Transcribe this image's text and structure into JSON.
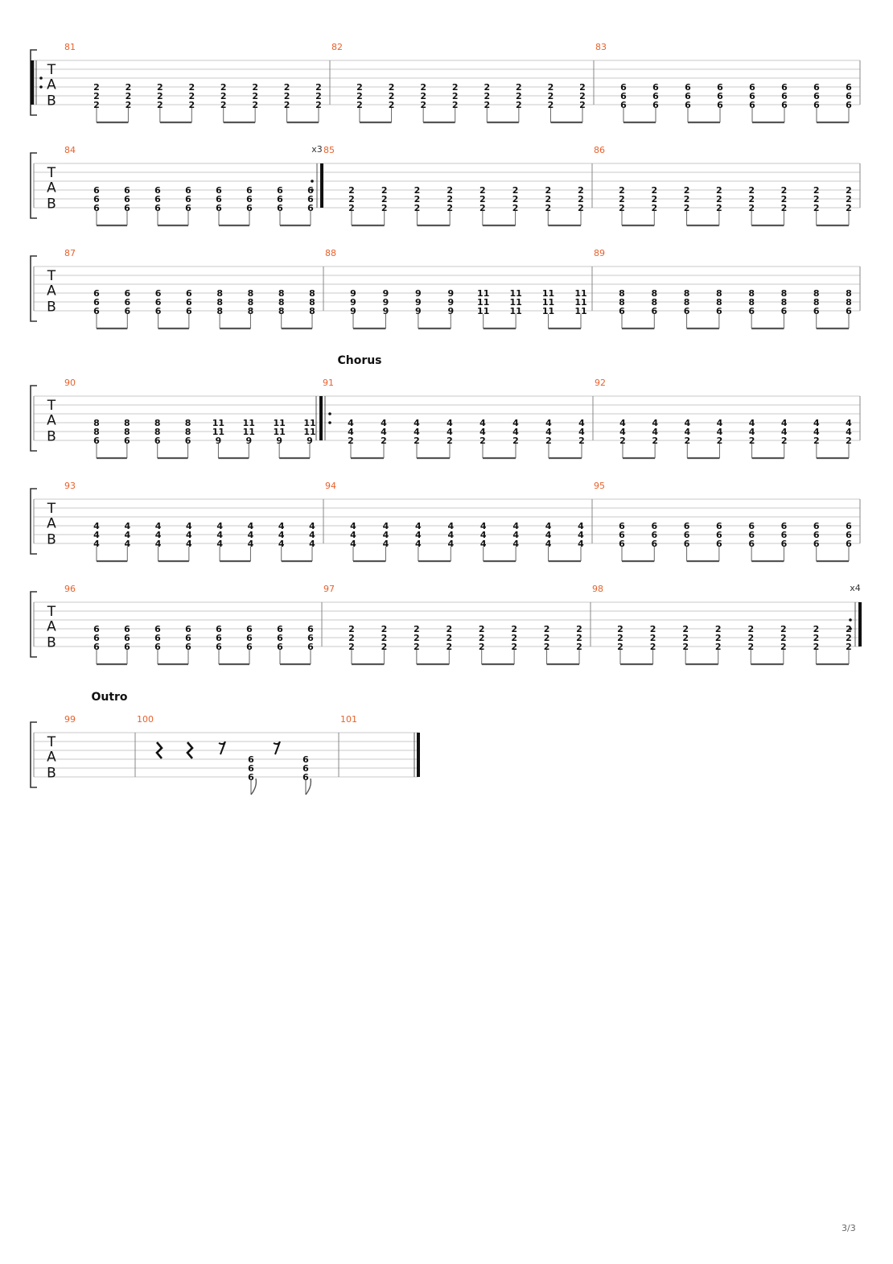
{
  "page": {
    "number_label": "3/3"
  },
  "clef": {
    "t": "T",
    "a": "A",
    "b": "B"
  },
  "colors": {
    "measure_number": "#e8622c",
    "ink": "#111111",
    "staff_line": "#c8c8c8",
    "bar_line": "#888888"
  },
  "systems": [
    {
      "measures": [
        {
          "number": "81",
          "repeat_start": true,
          "strings": [
            "2",
            "2",
            "2"
          ],
          "beats": 8
        },
        {
          "number": "82",
          "strings": [
            "2",
            "2",
            "2"
          ],
          "beats": 8
        },
        {
          "number": "83",
          "strings": [
            "6",
            "6",
            "6"
          ],
          "beats": 8
        }
      ]
    },
    {
      "measures": [
        {
          "number": "84",
          "strings": [
            "6",
            "6",
            "6"
          ],
          "beats": 8,
          "repeat_end": true,
          "repeat_count": "x3"
        },
        {
          "number": "85",
          "strings": [
            "2",
            "2",
            "2"
          ],
          "beats": 8
        },
        {
          "number": "86",
          "strings": [
            "2",
            "2",
            "2"
          ],
          "beats": 8
        }
      ]
    },
    {
      "measures": [
        {
          "number": "87",
          "beats": 8,
          "chords": [
            [
              "6",
              "6",
              "6"
            ],
            [
              "6",
              "6",
              "6"
            ],
            [
              "6",
              "6",
              "6"
            ],
            [
              "6",
              "6",
              "6"
            ],
            [
              "8",
              "8",
              "8"
            ],
            [
              "8",
              "8",
              "8"
            ],
            [
              "8",
              "8",
              "8"
            ],
            [
              "8",
              "8",
              "8"
            ]
          ]
        },
        {
          "number": "88",
          "beats": 8,
          "chords": [
            [
              "9",
              "9",
              "9"
            ],
            [
              "9",
              "9",
              "9"
            ],
            [
              "9",
              "9",
              "9"
            ],
            [
              "9",
              "9",
              "9"
            ],
            [
              "11",
              "11",
              "11"
            ],
            [
              "11",
              "11",
              "11"
            ],
            [
              "11",
              "11",
              "11"
            ],
            [
              "11",
              "11",
              "11"
            ]
          ]
        },
        {
          "number": "89",
          "strings": [
            "8",
            "8",
            "6"
          ],
          "beats": 8
        }
      ]
    },
    {
      "section": "Chorus",
      "measures": [
        {
          "number": "90",
          "beats": 8,
          "repeat_end_plain": true,
          "chords": [
            [
              "8",
              "8",
              "6"
            ],
            [
              "8",
              "8",
              "6"
            ],
            [
              "8",
              "8",
              "6"
            ],
            [
              "8",
              "8",
              "6"
            ],
            [
              "11",
              "11",
              "9"
            ],
            [
              "11",
              "11",
              "9"
            ],
            [
              "11",
              "11",
              "9"
            ],
            [
              "11",
              "11",
              "9"
            ]
          ]
        },
        {
          "number": "91",
          "repeat_start": true,
          "strings": [
            "4",
            "4",
            "2"
          ],
          "beats": 8
        },
        {
          "number": "92",
          "strings": [
            "4",
            "4",
            "2"
          ],
          "beats": 8
        }
      ]
    },
    {
      "measures": [
        {
          "number": "93",
          "strings": [
            "4",
            "4",
            "4"
          ],
          "beats": 8
        },
        {
          "number": "94",
          "strings": [
            "4",
            "4",
            "4"
          ],
          "beats": 8
        },
        {
          "number": "95",
          "strings": [
            "6",
            "6",
            "6"
          ],
          "beats": 8
        }
      ]
    },
    {
      "measures": [
        {
          "number": "96",
          "strings": [
            "6",
            "6",
            "6"
          ],
          "beats": 8
        },
        {
          "number": "97",
          "strings": [
            "2",
            "2",
            "2"
          ],
          "beats": 8
        },
        {
          "number": "98",
          "strings": [
            "2",
            "2",
            "2"
          ],
          "beats": 8,
          "repeat_end": true,
          "repeat_count": "x4"
        }
      ]
    },
    {
      "section": "Outro",
      "measures": [
        {
          "number": "99",
          "beats": 0
        },
        {
          "number": "100",
          "outro_figure": true,
          "chords": [
            [
              "6",
              "6",
              "6"
            ],
            [
              "6",
              "6",
              "6"
            ]
          ]
        },
        {
          "number": "101",
          "beats": 0,
          "final": true
        }
      ]
    }
  ]
}
